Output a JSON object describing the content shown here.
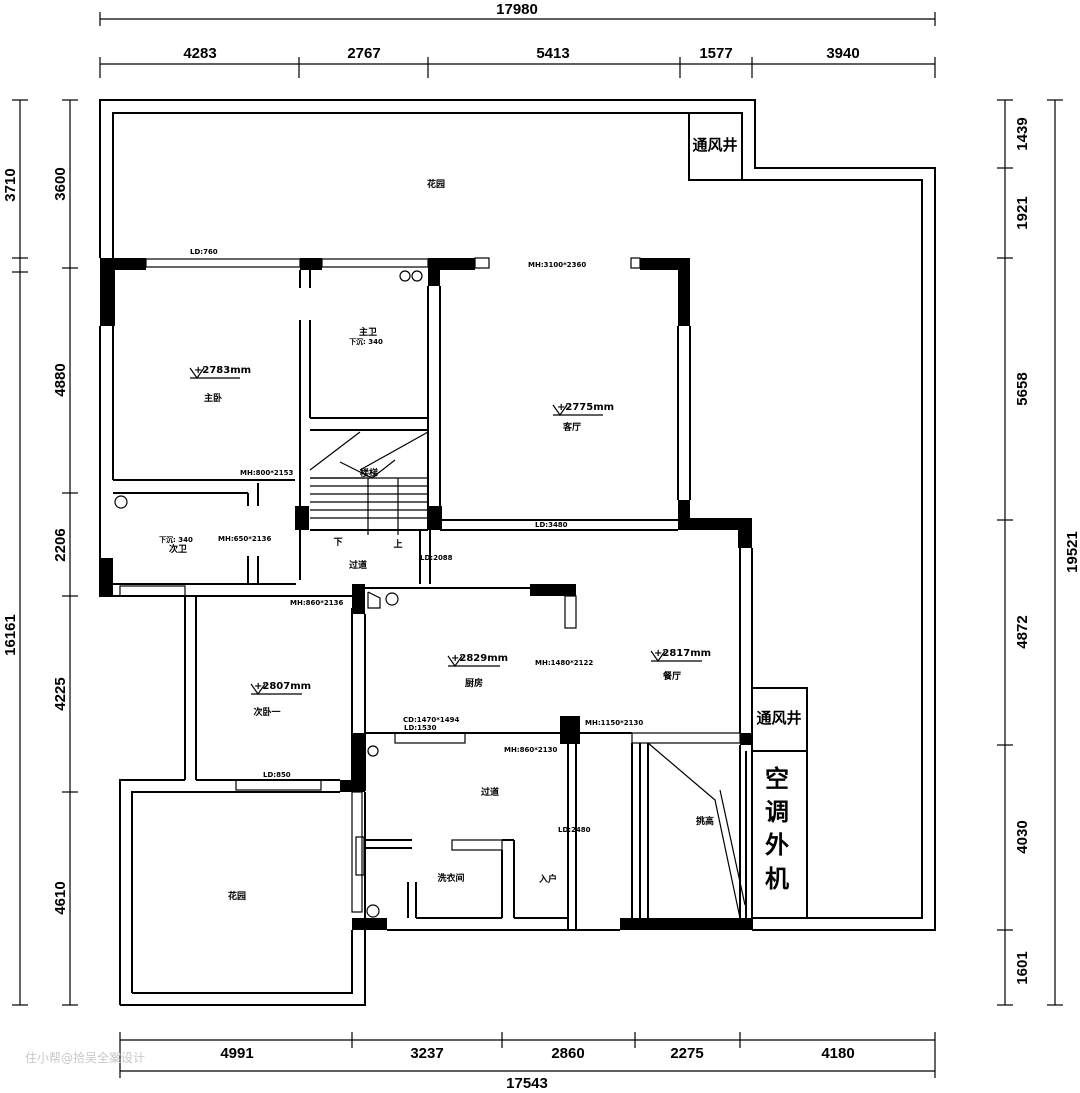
{
  "dimensions": {
    "top_total": "17980",
    "top": [
      "4283",
      "2767",
      "5413",
      "1577",
      "3940"
    ],
    "bottom_total": "17543",
    "bottom": [
      "4991",
      "3237",
      "2860",
      "2275",
      "4180"
    ],
    "left_outer": [
      "3710",
      "16161"
    ],
    "left_inner": [
      "3600",
      "4880",
      "2206",
      "4225",
      "4610"
    ],
    "right_inner": [
      "1439",
      "1921",
      "5658",
      "4872",
      "4030",
      "1601"
    ],
    "right_total": "19521"
  },
  "rooms": {
    "garden_top": "花园",
    "master_bedroom": "主卧",
    "master_bath": "主卫",
    "master_bath_note": "下沉: 340",
    "living_room": "客厅",
    "stairs": "楼梯",
    "stair_down": "下",
    "stair_up": "上",
    "second_bath": "次卫",
    "second_bath_note": "下沉: 340",
    "corridor_1": "过道",
    "second_bedroom": "次卧一",
    "kitchen": "厨房",
    "dining_room": "餐厅",
    "corridor_2": "过道",
    "laundry": "洗衣间",
    "entrance": "入户",
    "balcony": "挑高",
    "garden_bottom": "花园",
    "shaft_top": "通风井",
    "shaft_right": "通风井",
    "ac_outdoor": [
      "空",
      "调",
      "外",
      "机"
    ]
  },
  "levels": {
    "master_bedroom": "+2783mm",
    "living_room": "+2775mm",
    "kitchen": "+2829mm",
    "dining_room": "+2817mm",
    "second_bedroom": "+2807mm"
  },
  "openings": {
    "ld_top": "LD:760",
    "mh_living": "MH:3100*2360",
    "mh_bedroom_door": "MH:800*2153",
    "mh_bath_door": "MH:650*2136",
    "ld_living": "LD:3480",
    "ld_corridor": "LD:2088",
    "mh_bedroom2_door": "MH:860*2136",
    "mh_kitchen": "MH:1480*2122",
    "mh_dining": "MH:1150*2130",
    "cd_kitchen": "CD:1470*1494",
    "ld_kitchen": "LD:1530",
    "mh_corridor": "MH:860*2130",
    "ld_bedroom2": "LD:850",
    "ld_entrance": "LD:2480"
  },
  "watermark": "住小帮@拾吴全案设计"
}
